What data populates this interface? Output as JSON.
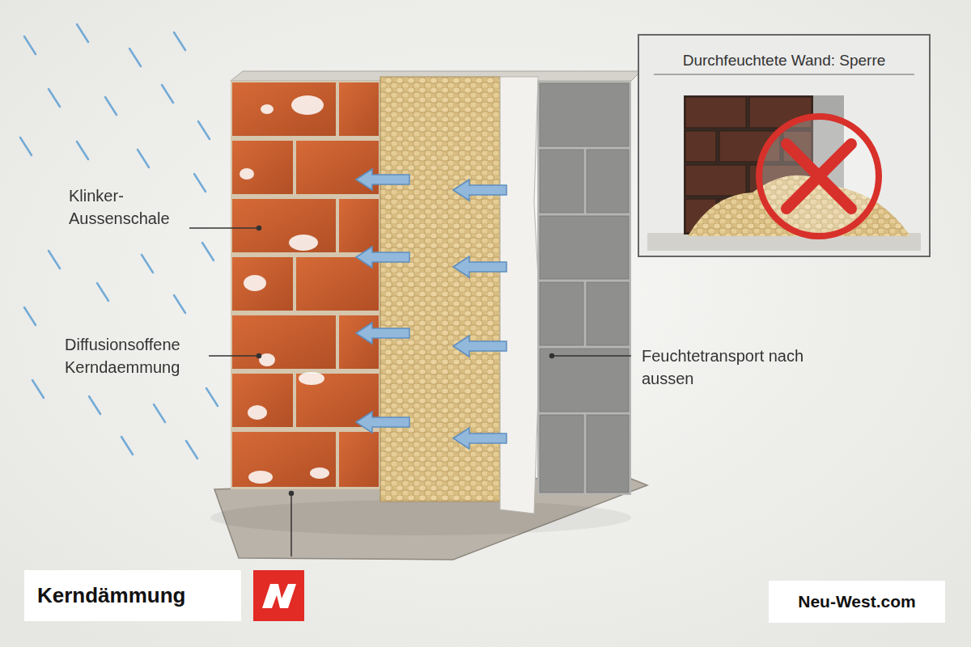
{
  "diagram": {
    "title": "Kerndämmung",
    "nodes": [
      {
        "text": [
          "Durchfeuchtete Wand: Sperre"
        ]
      }
    ],
    "labels": [
      "Klinker- Aussenschale",
      "Diffusionsoffene Kerndaemmung",
      "Feuchtetransport nach aussen",
      "Neu-West.com"
    ]
  }
}
